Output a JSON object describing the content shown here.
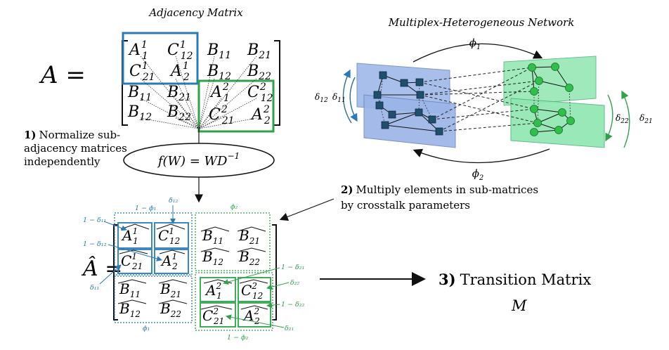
{
  "left_panel": {
    "title": "Adjacency Matrix",
    "matrix_symbol": "A =",
    "cells": {
      "A1_1": "A",
      "A1_1_sup": "1",
      "A1_1_sub": "1",
      "C1_12": "C",
      "C1_12_sup": "1",
      "C1_12_sub": "12",
      "C1_21": "C",
      "C1_21_sup": "1",
      "C1_21_sub": "21",
      "A1_2": "A",
      "A1_2_sup": "1",
      "A1_2_sub": "2",
      "B11_tr": "B",
      "B11_tr_sub": "11",
      "B21_tr": "B",
      "B21_tr_sub": "21",
      "B12_tr": "B",
      "B12_tr_sub": "12",
      "B22_tr": "B",
      "B22_tr_sub": "22",
      "B11_bl": "B",
      "B11_bl_sub": "11",
      "B21_bl": "B",
      "B21_bl_sub": "21",
      "B12_bl": "B",
      "B12_bl_sub": "12",
      "B22_bl": "B",
      "B22_bl_sub": "22",
      "A2_1": "A",
      "A2_1_sup": "2",
      "A2_1_sub": "1",
      "C2_12": "C",
      "C2_12_sup": "2",
      "C2_12_sub": "12",
      "C2_21": "C",
      "C2_21_sup": "2",
      "C2_21_sub": "21",
      "A2_2": "A",
      "A2_2_sup": "2",
      "A2_2_sub": "2"
    },
    "step1_num": "1)",
    "step1_text_a": "Normalize sub-",
    "step1_text_b": "adjacency matrices",
    "step1_text_c": "independently",
    "formula": "f(W) = WD",
    "formula_sup": "−1",
    "hat_symbol": "Â ="
  },
  "network": {
    "title": "Multiplex-Heterogeneous Network",
    "phi1": "ϕ",
    "phi1_sub": "1",
    "phi2": "ϕ",
    "phi2_sub": "2",
    "d12": "δ",
    "d12_sub": "12",
    "d11": "δ",
    "d11_sub": "11",
    "d22": "δ",
    "d22_sub": "22",
    "d21": "δ",
    "d21_sub": "21"
  },
  "step2": {
    "num": "2)",
    "line1": "Multiply elements in sub-matrices",
    "line2": "by crosstalk parameters"
  },
  "step3": {
    "num": "3)",
    "text": "Transition Matrix",
    "symbol": "M"
  },
  "crosstalk_labels": {
    "one_minus_d11": "1 − δ₁₁",
    "one_minus_phi1_top": "1 − ϕ₁",
    "d12_top": "δ₁₂",
    "phi2_top": "ϕ₂",
    "one_minus_d12": "1 − δ₁₂",
    "d11_left": "δ₁₁",
    "phi1_bottom": "ϕ₁",
    "one_minus_d21": "1 − δ₂₁",
    "d22_right": "δ₂₂",
    "one_minus_d22": "1 − δ₂₂",
    "d21_right": "δ₂₁",
    "one_minus_phi2_bottom": "1 − ϕ₂"
  },
  "colors": {
    "blue": "#2a7ab8",
    "green": "#2ca34a",
    "plane_blue": "#9bb4e8",
    "plane_green": "#8fe6b0",
    "node_blue": "#1f4e6e",
    "node_green": "#2fbf4a"
  }
}
